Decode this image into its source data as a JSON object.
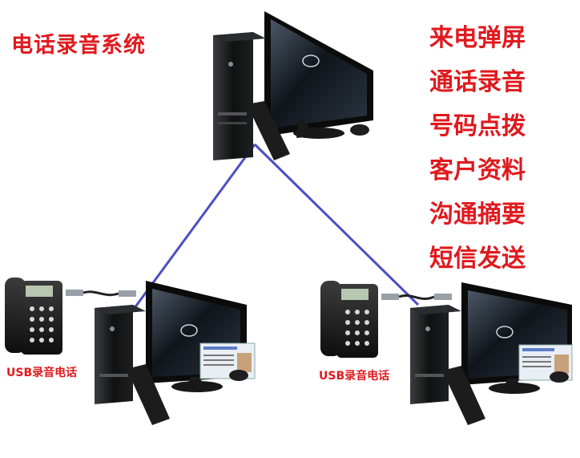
{
  "title": "电话录音系统",
  "features": [
    "来电弹屏",
    "通话录音",
    "号码点拨",
    "客户资料",
    "沟通摘要",
    "短信发送"
  ],
  "phone_label_left": "USB录音电话",
  "phone_label_right": "USB录音电话",
  "colors": {
    "accent": "#e0191e",
    "network_line": "#4a4fc4"
  },
  "icons": [
    "desktop-computer-icon",
    "desk-phone-icon",
    "usb-cable-icon",
    "hp-logo-icon"
  ]
}
